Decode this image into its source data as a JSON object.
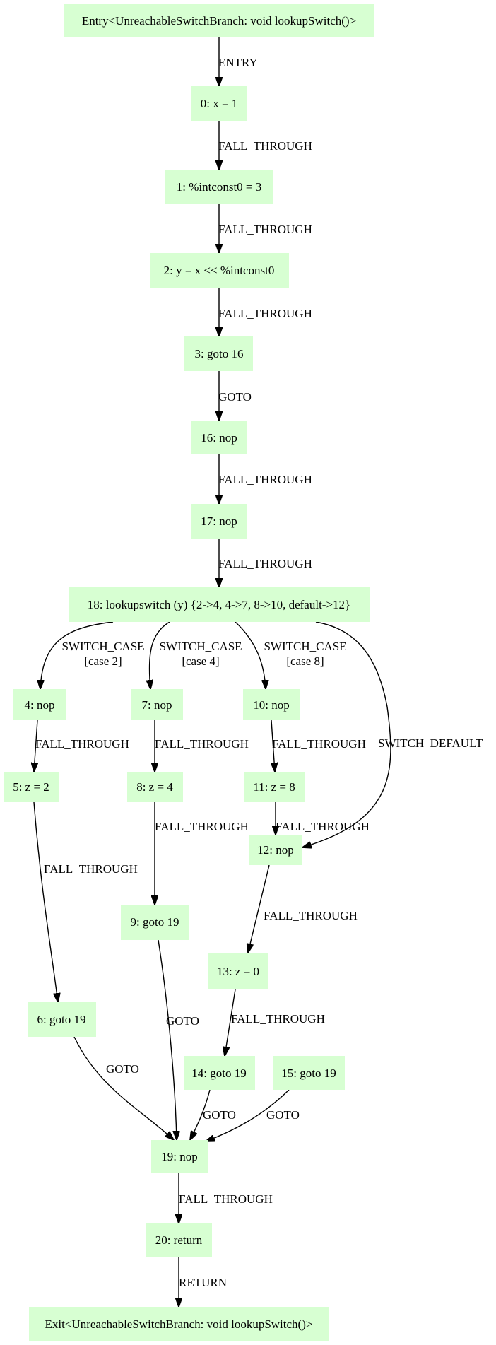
{
  "colors": {
    "node_fill": "#d7ffd2",
    "edge": "#000000",
    "background": "#ffffff"
  },
  "nodes": {
    "entry": "Entry<UnreachableSwitchBranch: void lookupSwitch()>",
    "n0": "0: x = 1",
    "n1": "1: %intconst0 = 3",
    "n2": "2: y = x << %intconst0",
    "n3": "3: goto 16",
    "n16": "16: nop",
    "n17": "17: nop",
    "n18": "18: lookupswitch (y) {2->4, 4->7, 8->10, default->12}",
    "n4": "4: nop",
    "n7": "7: nop",
    "n10": "10: nop",
    "n5": "5: z = 2",
    "n8": "8: z = 4",
    "n11": "11: z = 8",
    "n12": "12: nop",
    "n9": "9: goto 19",
    "n13": "13: z = 0",
    "n6": "6: goto 19",
    "n14": "14: goto 19",
    "n15": "15: goto 19",
    "n19": "19: nop",
    "n20": "20: return",
    "exit": "Exit<UnreachableSwitchBranch: void lookupSwitch()>"
  },
  "edges": {
    "entry_n0": "ENTRY",
    "n0_n1": "FALL_THROUGH",
    "n1_n2": "FALL_THROUGH",
    "n2_n3": "FALL_THROUGH",
    "n3_n16": "GOTO",
    "n16_n17": "FALL_THROUGH",
    "n17_n18": "FALL_THROUGH",
    "n18_n4_a": "SWITCH_CASE",
    "n18_n4_b": "[case 2]",
    "n18_n7_a": "SWITCH_CASE",
    "n18_n7_b": "[case 4]",
    "n18_n10_a": "SWITCH_CASE",
    "n18_n10_b": "[case 8]",
    "n18_n12": "SWITCH_DEFAULT",
    "n4_n5": "FALL_THROUGH",
    "n7_n8": "FALL_THROUGH",
    "n10_n11": "FALL_THROUGH",
    "n11_n12": "FALL_THROUGH",
    "n5_n6": "FALL_THROUGH",
    "n8_n9": "FALL_THROUGH",
    "n12_n13": "FALL_THROUGH",
    "n13_n14": "FALL_THROUGH",
    "n6_n19": "GOTO",
    "n9_n19": "GOTO",
    "n14_n19": "GOTO",
    "n15_n19": "GOTO",
    "n19_n20": "FALL_THROUGH",
    "n20_exit": "RETURN"
  }
}
